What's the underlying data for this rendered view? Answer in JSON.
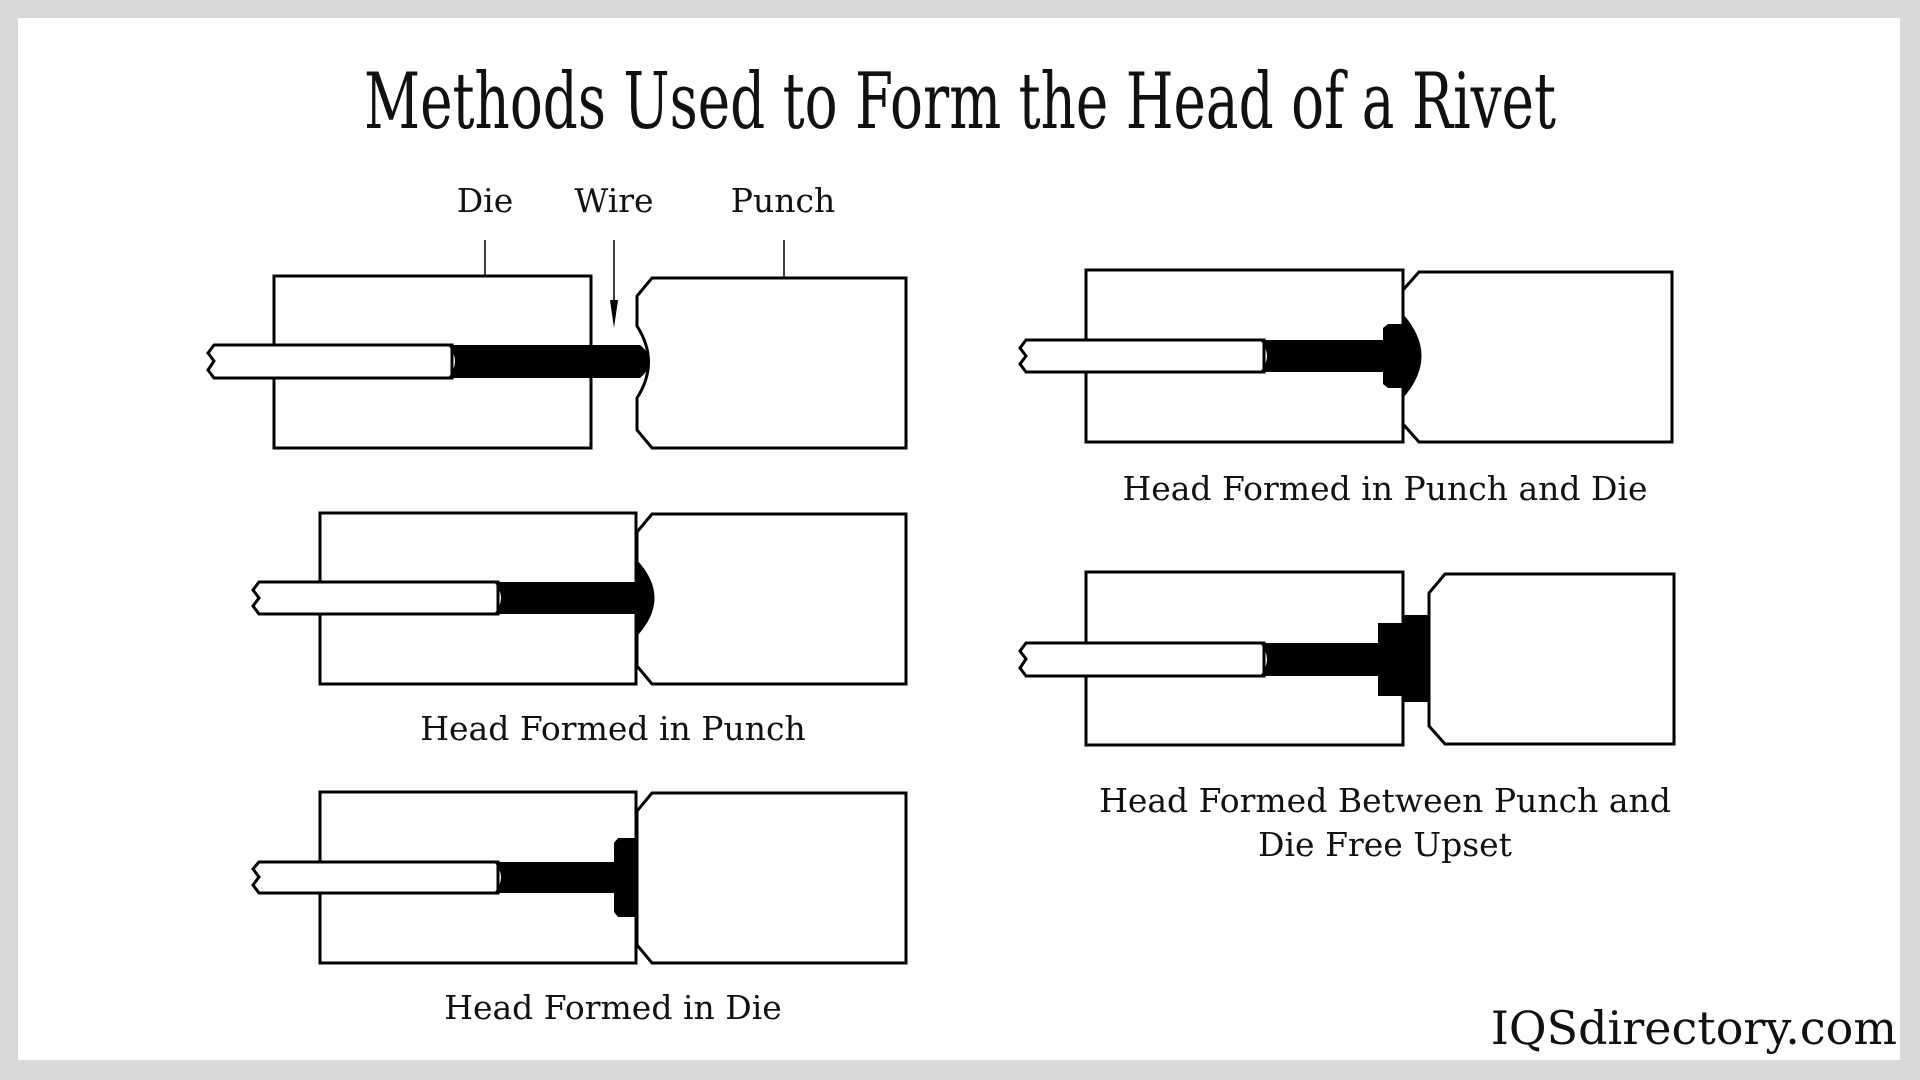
{
  "title": "Methods Used to Form the Head of a Rivet",
  "labels": {
    "die": "Die",
    "wire": "Wire",
    "punch": "Punch"
  },
  "figures": [
    {
      "id": "setup",
      "caption": ""
    },
    {
      "id": "head-in-punch",
      "caption": "Head Formed in Punch"
    },
    {
      "id": "head-in-die",
      "caption": "Head Formed in Die"
    },
    {
      "id": "head-in-punch-and-die",
      "caption": "Head Formed in Punch and Die"
    },
    {
      "id": "head-between-punch-and-die",
      "caption_line1": "Head Formed Between Punch and",
      "caption_line2": "Die Free Upset"
    }
  ],
  "brand": "IQSdirectory.com",
  "colors": {
    "background": "#d9d9d9",
    "panel": "#ffffff",
    "ink": "#000000"
  }
}
